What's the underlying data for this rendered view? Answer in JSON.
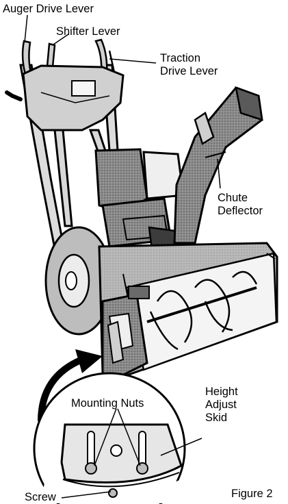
{
  "labels": {
    "auger_drive_lever": "Auger Drive Lever",
    "shifter_lever": "Shifter Lever",
    "traction_drive_lever": [
      "Traction",
      "Drive Lever"
    ],
    "chute_deflector": [
      "Chute",
      "Deflector"
    ],
    "height_adjust_skid": [
      "Height",
      "Adjust",
      "Skid"
    ],
    "mounting_nuts": "Mounting Nuts",
    "screw": "Screw"
  },
  "caption": "Figure 2"
}
